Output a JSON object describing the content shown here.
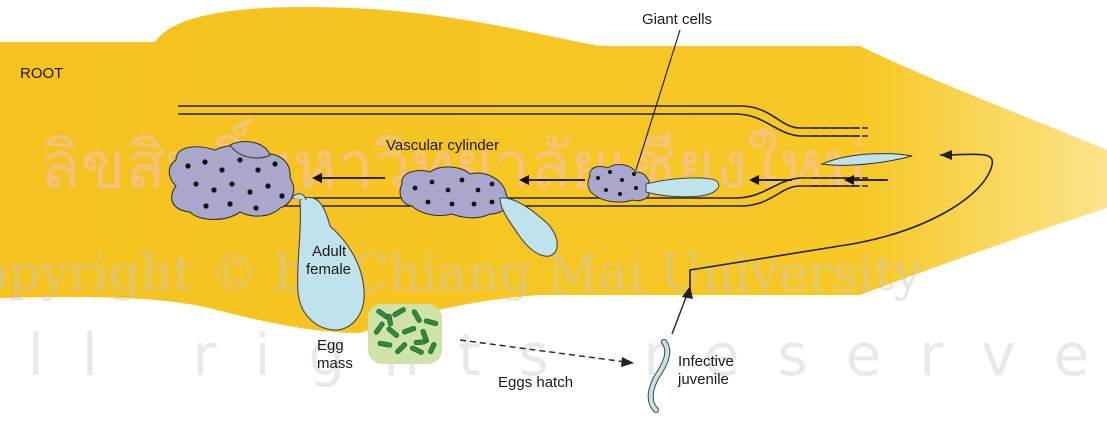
{
  "labels": {
    "root": "ROOT",
    "giant_cells": "Giant cells",
    "vascular_cylinder": "Vascular cylinder",
    "adult_female_line1": "Adult",
    "adult_female_line2": "female",
    "egg_mass_line1": "Egg",
    "egg_mass_line2": "mass",
    "eggs_hatch": "Eggs hatch",
    "infective_juvenile_line1": "Infective",
    "infective_juvenile_line2": "juvenile"
  },
  "watermark": {
    "thai": "ลิขสิทธิ์มหาวิทยาลัยเชียงใหม่",
    "copyright": "Copyright © by Chiang Mai University",
    "rights": "All rights reserved"
  },
  "colors": {
    "root": "#f5c21f",
    "root_light": "#fbe07a",
    "giant_cell": "#a9a8cc",
    "nematode": "#bfe3ec",
    "egg_mass_bg": "#cfe3a8",
    "eggs": "#2f8a3c"
  }
}
